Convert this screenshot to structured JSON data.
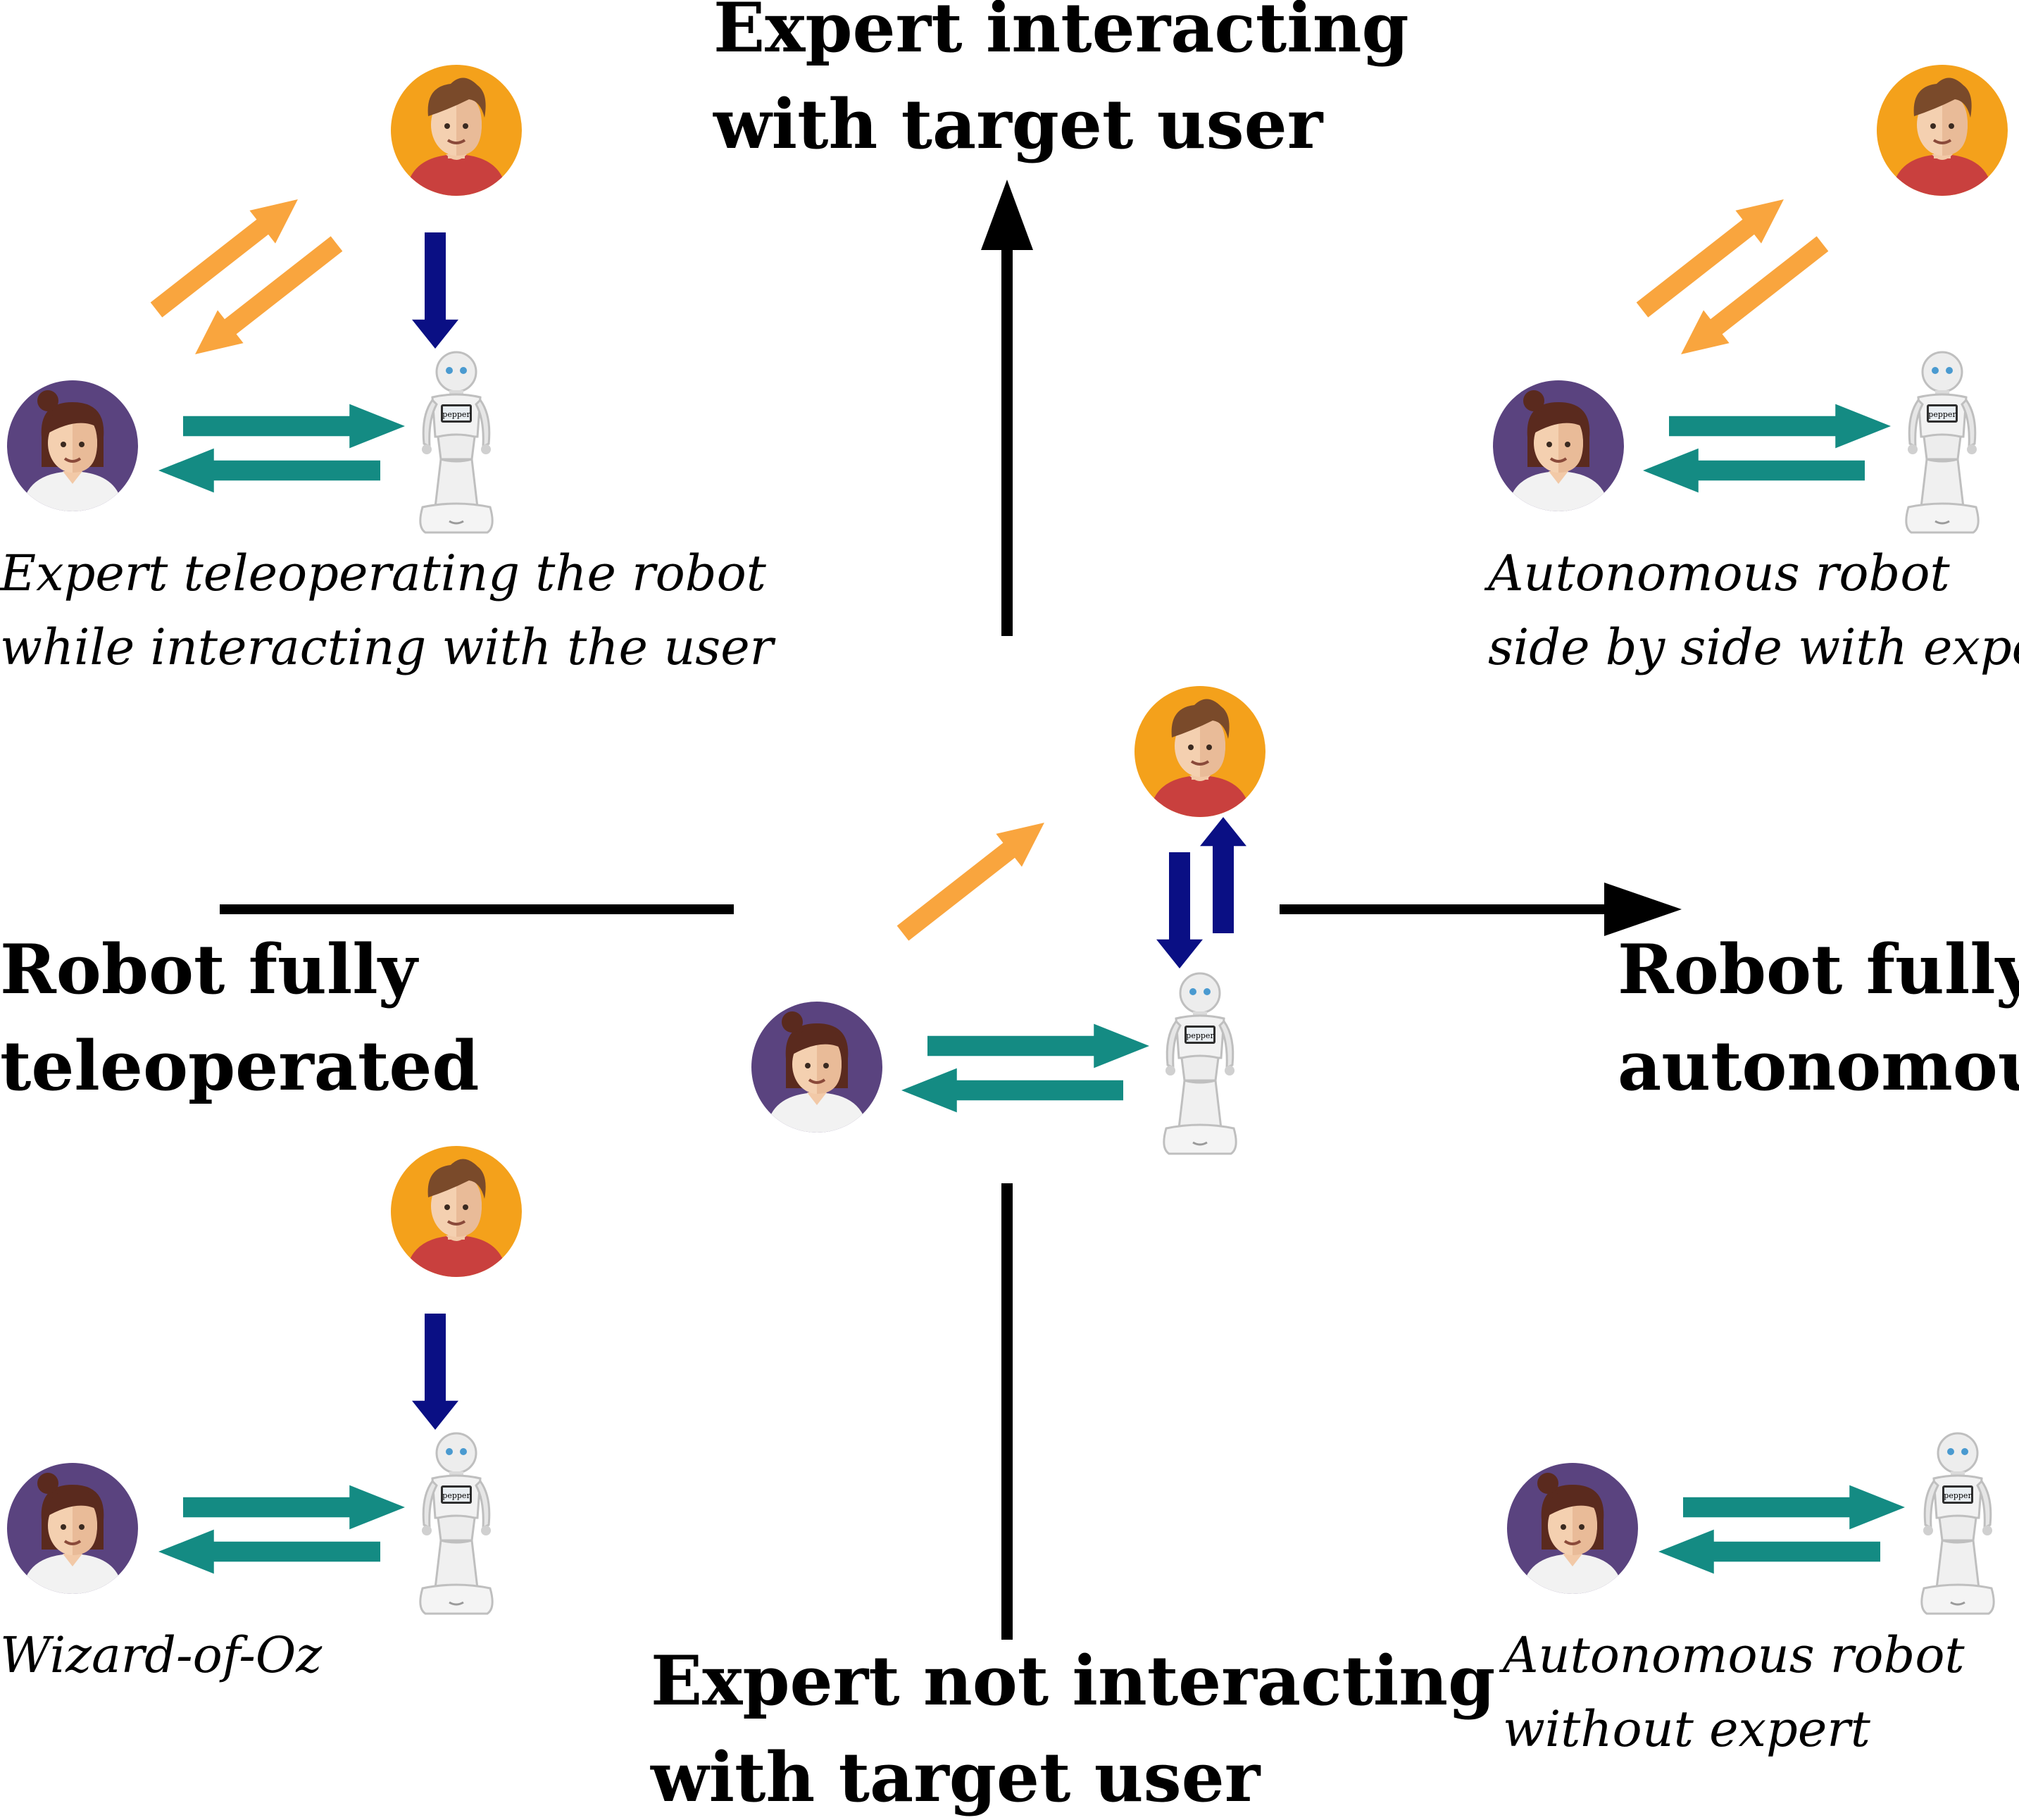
{
  "axes": {
    "top_line1": "Expert interacting",
    "top_line2": "with target user",
    "bottom_line1": "Expert not interacting",
    "bottom_line2": "with target user",
    "left_line1": "Robot fully",
    "left_line2": "teleoperated",
    "right_line1": "Robot fully",
    "right_line2": "autonomous"
  },
  "captions": {
    "top_left_line1": "Expert teleoperating the robot",
    "top_left_line2": "while interacting with the user",
    "top_right_line1": "Autonomous robot",
    "top_right_line2": "side by side with expert",
    "bottom_left": "Wizard-of-Oz",
    "bottom_right_line1": "Autonomous robot",
    "bottom_right_line2": "without expert"
  },
  "robot_screen_text": "pepper",
  "colors": {
    "orange_arrow": "#F9A53E",
    "teal_arrow": "#148B83",
    "blue_arrow": "#0A0F84",
    "axis": "#000000",
    "expert_bg": "#F4A11B",
    "user_bg": "#5A437F"
  },
  "icons": {
    "expert": "male-avatar-icon",
    "user": "female-avatar-icon",
    "robot": "pepper-robot-icon"
  }
}
